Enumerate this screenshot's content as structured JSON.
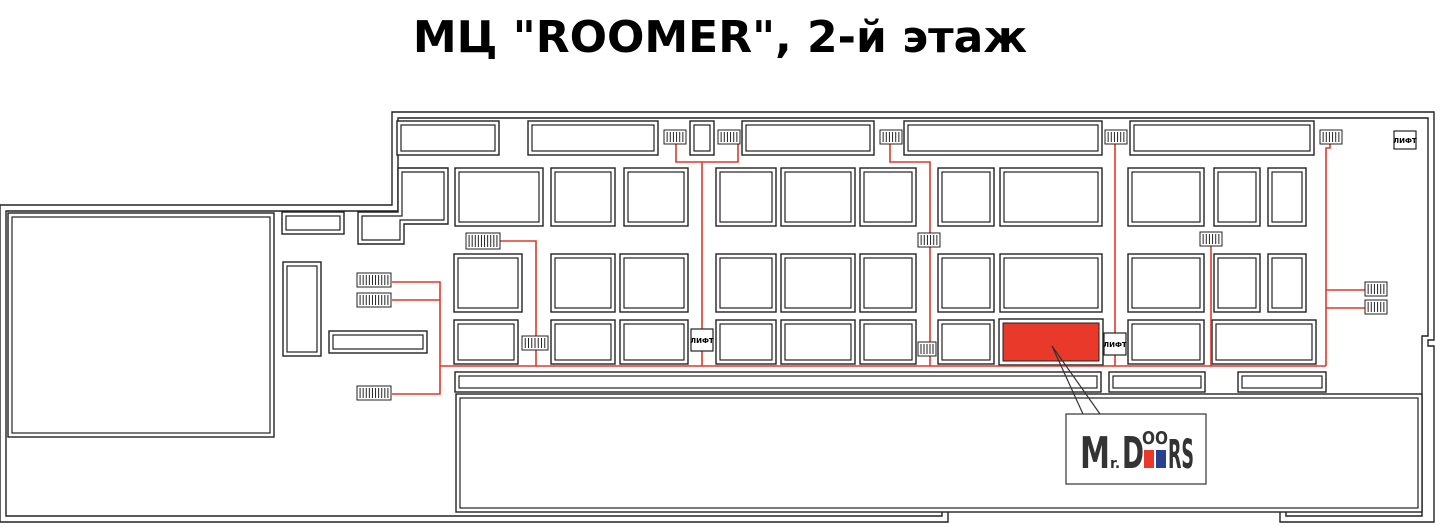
{
  "title": "МЦ \"ROOMER\", 2-й этаж",
  "lift_label": "ЛИФТ",
  "highlight_color": "#e8392a",
  "pipe_color": "#e0392a",
  "logo": {
    "brand": "Mr.DOORS",
    "colors": [
      "#333333",
      "#e8392a",
      "#2a3f8f"
    ]
  },
  "icons": [
    "stairs-icon",
    "lift-icon",
    "logo-icon"
  ]
}
